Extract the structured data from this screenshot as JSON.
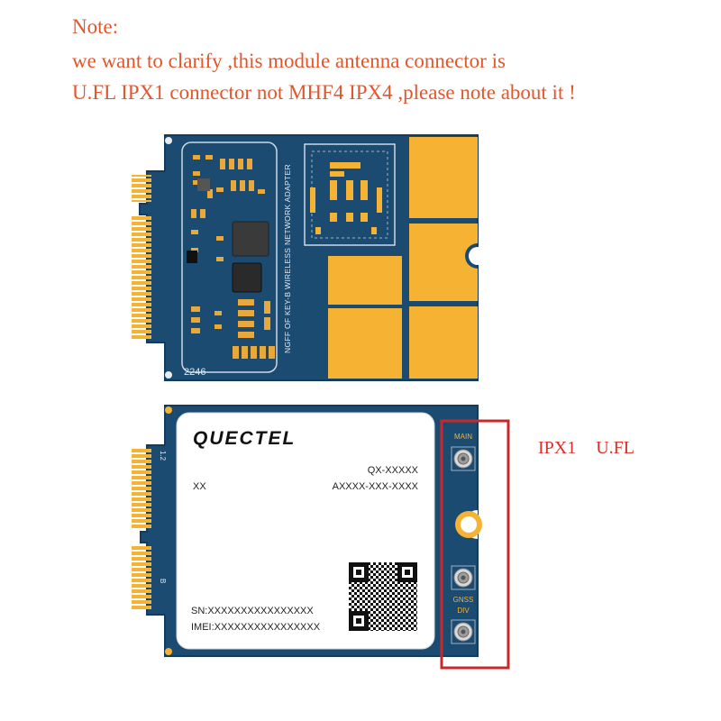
{
  "note": {
    "line1": "Note:",
    "line2": "we want to clarify ,this module antenna connector is",
    "line3": "U.FL IPX1 connector not MHF4 IPX4 ,please note about it !"
  },
  "adapter_board": {
    "silkscreen": "NGFF OF KEY-B WIRELESS NETWORK ADAPTER",
    "date_code": "2246"
  },
  "module": {
    "brand": "QUECTEL",
    "model": "QX-XXXXX",
    "left_code": "XX",
    "part_code": "AXXXX-XXX-XXXX",
    "sn": "SN:XXXXXXXXXXXXXXXX",
    "imei": "IMEI:XXXXXXXXXXXXXXXX",
    "edge_mark_top": "1.2",
    "edge_mark_bottom": "B",
    "connector_labels": {
      "main": "MAIN",
      "gnss": "GNSS",
      "div": "DIV"
    }
  },
  "callout": {
    "ipx1": "IPX1",
    "ufl": "U.FL"
  },
  "colors": {
    "pcb": "#1c4b72",
    "gold": "#f5b233",
    "note_text": "#e2562a",
    "callout_box": "#c8282a"
  }
}
